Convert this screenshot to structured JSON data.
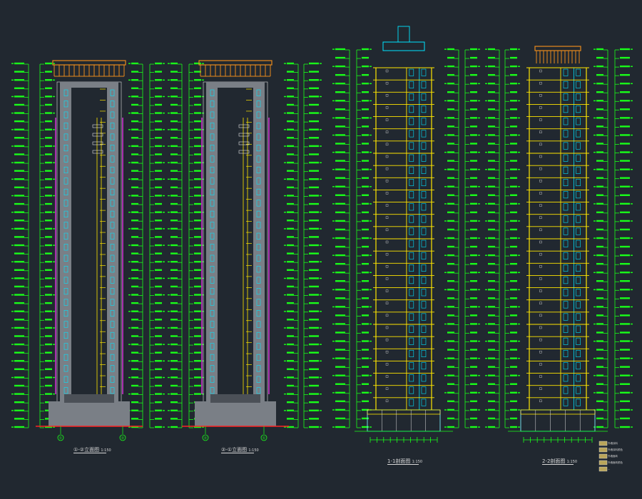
{
  "drawing": {
    "background": "#212830",
    "colors": {
      "dimension": "#19ff19",
      "wall": "#7a7f86",
      "window_frame": "#00e5ff",
      "floor_line": "#ffe600",
      "roof": "#e98a1c",
      "section_line": "#ff33ff",
      "white_line": "#e0e0e0",
      "ground": "#ff2222",
      "legend_fill": "#b9a55a"
    },
    "views": [
      {
        "label": "①-②立面图",
        "scale": "1:150"
      },
      {
        "label": "②-①立面图",
        "scale": "1:150"
      },
      {
        "label": "1-1剖面图",
        "scale": "1:150"
      },
      {
        "label": "2-2剖面图",
        "scale": "1:150"
      }
    ],
    "floors": 28,
    "axis_marks": [
      "①",
      "②",
      "②",
      "①"
    ],
    "legend": [
      {
        "text": "外墙涂料"
      },
      {
        "text": "外墙涂料颜色"
      },
      {
        "text": "外墙面砖"
      },
      {
        "text": "外墙面砖颜色"
      },
      {
        "text": "..."
      }
    ]
  }
}
